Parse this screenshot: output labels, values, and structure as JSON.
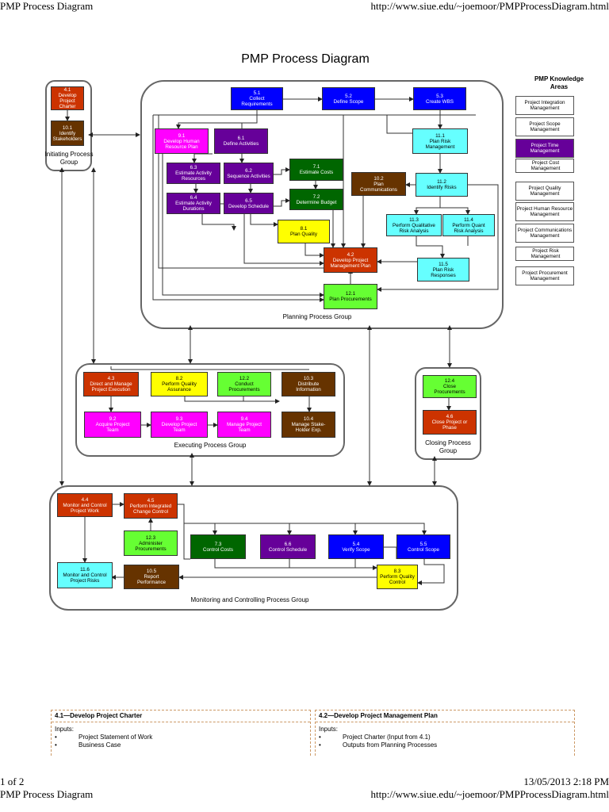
{
  "header": {
    "title": "PMP Process Diagram",
    "url": "http://www.siue.edu/~joemoor/PMPProcessDiagram.html",
    "page": "1 of 2",
    "datetime": "13/05/2013 2:18 PM"
  },
  "diagram": {
    "title": "PMP Process Diagram",
    "groups": {
      "initiating": "Initiating Process\nGroup",
      "planning": "Planning Process Group",
      "executing": "Executing Process Group",
      "closing": "Closing Process\nGroup",
      "monitoring": "Monitoring and Controlling Process Group"
    },
    "processes": {
      "p4_1": "4.1\nDevelop Project\nCharter",
      "p10_1": "10.1\nIdentify\nStakeholders",
      "p5_1": "5.1\nCollect\nRequirements",
      "p5_2": "5.2\nDefine Scope",
      "p5_3": "5.3\nCreate WBS",
      "p9_1": "9.1\nDevelop Human\nResource Plan",
      "p6_1": "6.1\nDefine Activities",
      "p6_3": "6.3\nEstimate Activity\nResources",
      "p6_2": "6.2\nSequence Activities",
      "p7_1": "7.1\nEstimate Costs",
      "p10_2": "10.2\nPlan\nCommunications",
      "p11_1": "11.1\nPlan Risk\nManagement",
      "p6_4": "6.4\nEstimate Activity\nDurations",
      "p6_5": "6.5\nDevelop Schedule",
      "p7_2": "7.2\nDetermine Budget",
      "p11_2": "11.2\nIdentify Risks",
      "p11_3": "11.3\nPerform Qualitative\nRisk Analysis",
      "p11_4": "11.4\nPerform Quant\nRisk Analysis",
      "p8_1": "8.1\nPlan Quality",
      "p4_2": "4.2\nDevelop Project\nManagement Plan",
      "p11_5": "11.5\nPlan Risk\nResponses",
      "p12_1": "12.1\nPlan Procurements",
      "p4_3": "4.3\nDirect and Manage\nProject Execution",
      "p8_2": "8.2\nPerform Quality\nAssurance",
      "p12_2": "12.2\nConduct\nProcurements",
      "p10_3": "10.3\nDistribute\nInformation",
      "p9_2": "9.2\nAcquire Project\nTeam",
      "p9_3": "9.3\nDevelop Project\nTeam",
      "p9_4": "9.4\nManage Project\nTeam",
      "p10_4": "10.4\nManage Stake-\nHolder Exp.",
      "p12_4": "12.4\nClose\nProcurements",
      "p4_6": "4.6\nClose Project or\nPhase",
      "p4_4": "4.4\nMonitor and Control\nProject Work",
      "p4_5": "4.5\nPerform Integrated\nChange Control",
      "p12_3": "12.3\nAdminister\nProcurements",
      "p7_3": "7.3\nControl Costs",
      "p6_6": "6.6\nControl Schedule",
      "p5_4": "5.4\nVerify Scope",
      "p5_5": "5.5\nControl Scope",
      "p11_6": "11.6\nMonitor and Control\nProject Risks",
      "p10_5": "10.5\nReport\nPerformance",
      "p8_3": "8.3\nPerform Quality\nControl"
    }
  },
  "legend": {
    "title": "PMP Knowledge\nAreas",
    "items": [
      "Project Integration\nManagement",
      "Project Scope\nManagement",
      "Project Time\nManagement",
      "Project Cost Management",
      "Project Quality\nManagement",
      "Project Human Resource\nManagement",
      "Project Communications\nManagement",
      "Project Risk Management",
      "Project Procurement\nManagement"
    ]
  },
  "details": [
    {
      "title": "4.1—Develop Project Charter",
      "inputs_label": "Inputs:",
      "bullet": "•",
      "inputs": [
        "Project Statement of Work",
        "Business Case"
      ]
    },
    {
      "title": "4.2—Develop Project Management Plan",
      "inputs_label": "Inputs:",
      "bullet": "•",
      "inputs": [
        "Project Charter (Input from 4.1)",
        "Outputs from Planning Processes"
      ]
    }
  ],
  "colors": {
    "integration": "#cc3300",
    "scope": "#0000ff",
    "time": "#660099",
    "cost": "#006600",
    "quality": "#ffff00",
    "human_resource": "#ff00ff",
    "communications": "#663300",
    "risk": "#66ffff",
    "procurement": "#66ff33"
  }
}
